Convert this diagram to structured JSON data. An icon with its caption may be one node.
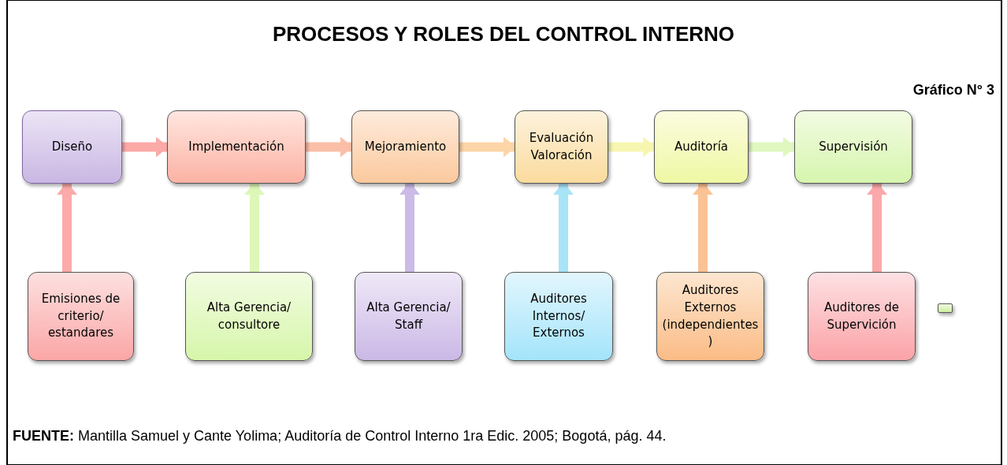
{
  "diagram": {
    "title": "PROCESOS Y ROLES DEL CONTROL INTERNO",
    "nodes": [
      {
        "text": [
          "Diseño"
        ]
      },
      {
        "text": [
          "Implementación"
        ]
      },
      {
        "text": [
          "Mejoramiento"
        ]
      },
      {
        "text": [
          "Evaluación Valoración"
        ]
      },
      {
        "text": [
          "Auditoría"
        ]
      },
      {
        "text": [
          "Supervisión"
        ]
      },
      {
        "text": [
          "Emisiones de criterio/ estandares"
        ]
      },
      {
        "text": [
          "Alta Gerencia/ consultore"
        ]
      },
      {
        "text": [
          "Alta Gerencia/ Staff"
        ]
      },
      {
        "text": [
          "Auditores Internos/ Externos"
        ]
      },
      {
        "text": [
          "Auditores Externos (independientes)"
        ]
      },
      {
        "text": [
          "Auditores de Supervición"
        ]
      },
      {
        "text": [],
        "shape": "box"
      }
    ],
    "edges": [
      {
        "from": 0,
        "to": 1,
        "arrow": "to",
        "color": "#fcaaa8"
      },
      {
        "from": 1,
        "to": 2,
        "arrow": "to",
        "color": "#fbbfa8"
      },
      {
        "from": 2,
        "to": 3,
        "arrow": "to",
        "color": "#fcd6a8"
      },
      {
        "from": 3,
        "to": 4,
        "arrow": "to",
        "color": "#f6f6b0"
      },
      {
        "from": 4,
        "to": 5,
        "arrow": "to",
        "color": "#e0f7c0"
      },
      {
        "from": 6,
        "to": 0,
        "arrow": "to",
        "color": "#fcaaaa"
      },
      {
        "from": 7,
        "to": 1,
        "arrow": "to",
        "color": "#dcf7b8"
      },
      {
        "from": 8,
        "to": 2,
        "arrow": "to",
        "color": "#cbbbe6"
      },
      {
        "from": 9,
        "to": 3,
        "arrow": "to",
        "color": "#a8e4f8"
      },
      {
        "from": 10,
        "to": 4,
        "arrow": "to",
        "color": "#fbc294"
      },
      {
        "from": 11,
        "to": 5,
        "arrow": "to",
        "color": "#fba8aa"
      }
    ],
    "labels": [
      "Gráfico N° 3",
      "**FUENTE:** Mantilla Samuel y Cante Yolima; Auditoría de Control Interno  1ra Edic. 2005; Bogotá, pág. 44."
    ]
  }
}
